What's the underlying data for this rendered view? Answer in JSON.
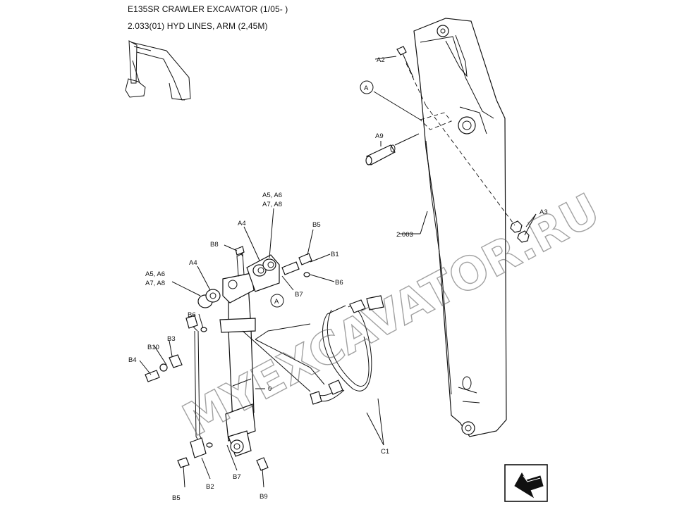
{
  "header": {
    "title": "E135SR CRAWLER EXCAVATOR (1/05- )",
    "subtitle": "2.033(01) HYD LINES, ARM (2,45M)"
  },
  "watermark": "MYEXCAVATOR.RU",
  "callouts": {
    "a2": "A2",
    "a_ref_top": "A",
    "a9": "A9",
    "a3": "A3",
    "ref_2003": "2.003",
    "a5a8_top_1": "A5, A6",
    "a5a8_top_2": "A7, A8",
    "a4_top": "A4",
    "b5_top": "B5",
    "b8_top": "B8",
    "b1": "B1",
    "a4_left": "A4",
    "a5a8_left_1": "A5, A6",
    "a5a8_left_2": "A7, A8",
    "b7_top": "B7",
    "b6_top": "B6",
    "a_ref_mid": "A",
    "b6_left": "B6",
    "b3": "B3",
    "b10": "B10",
    "b4": "B4",
    "item0": "0",
    "c1": "C1",
    "b5_bottom": "B5",
    "b2": "B2",
    "b7_bottom": "B7",
    "b9": "B9"
  },
  "colors": {
    "ink": "#111111",
    "watermark": "#555555"
  },
  "icons": {
    "nav": "arrow-icon"
  }
}
